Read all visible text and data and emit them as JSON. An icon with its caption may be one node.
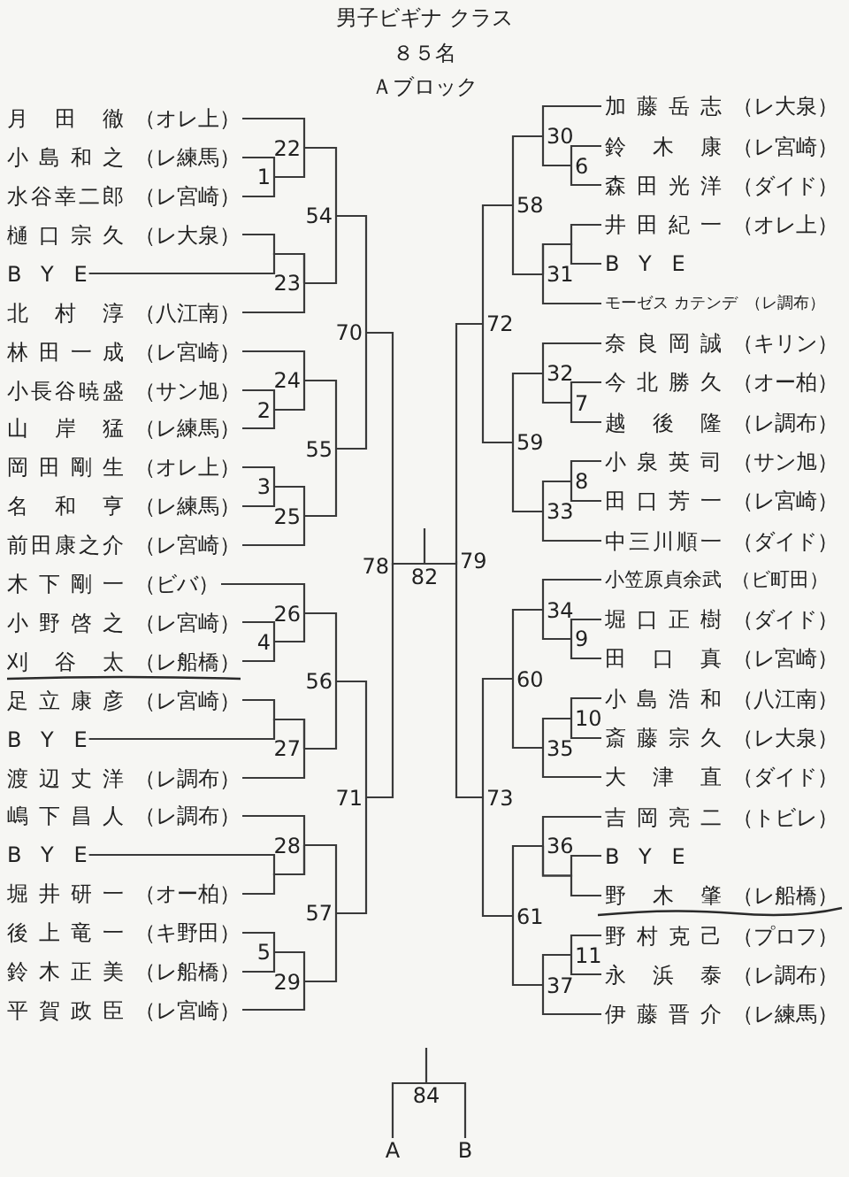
{
  "diagram": {
    "title": "男子ビギナ クラス",
    "nodes": [
      {
        "text": [
          "月田徹",
          "（オレ上）"
        ]
      },
      {
        "text": [
          "小島和之",
          "（レ練馬）"
        ]
      },
      {
        "text": [
          "水谷幸二郎",
          "（レ宮崎）"
        ]
      },
      {
        "text": [
          "樋口宗久",
          "（レ大泉）"
        ]
      },
      {
        "text": [
          "BYE"
        ]
      },
      {
        "text": [
          "北村淳",
          "（八江南）"
        ]
      },
      {
        "text": [
          "林田一成",
          "（レ宮崎）"
        ]
      },
      {
        "text": [
          "小長谷暁盛",
          "（サン旭）"
        ]
      },
      {
        "text": [
          "山岸猛",
          "（レ練馬）"
        ]
      },
      {
        "text": [
          "岡田剛生",
          "（オレ上）"
        ]
      },
      {
        "text": [
          "名和亨",
          "（レ練馬）"
        ]
      },
      {
        "text": [
          "前田康之介",
          "（レ宮崎）"
        ]
      },
      {
        "text": [
          "木下剛一",
          "（ビバ）"
        ]
      },
      {
        "text": [
          "小野啓之",
          "（レ宮崎）"
        ]
      },
      {
        "text": [
          "刈谷太",
          "（レ船橋）"
        ]
      },
      {
        "text": [
          "足立康彦",
          "（レ宮崎）"
        ]
      },
      {
        "text": [
          "BYE"
        ]
      },
      {
        "text": [
          "渡辺丈洋",
          "（レ調布）"
        ]
      },
      {
        "text": [
          "嶋下昌人",
          "（レ調布）"
        ]
      },
      {
        "text": [
          "BYE"
        ]
      },
      {
        "text": [
          "堀井研一",
          "（オー柏）"
        ]
      },
      {
        "text": [
          "後上竜一",
          "（キ野田）"
        ]
      },
      {
        "text": [
          "鈴木正美",
          "（レ船橋）"
        ]
      },
      {
        "text": [
          "平賀政臣",
          "（レ宮崎）"
        ]
      },
      {
        "text": [
          "加藤岳志",
          "（レ大泉）"
        ]
      },
      {
        "text": [
          "鈴木康",
          "（レ宮崎）"
        ]
      },
      {
        "text": [
          "森田光洋",
          "（ダイド）"
        ]
      },
      {
        "text": [
          "井田紀一",
          "（オレ上）"
        ]
      },
      {
        "text": [
          "BYE"
        ]
      },
      {
        "text": [
          "モーゼス カテンデ",
          "（レ調布）"
        ]
      },
      {
        "text": [
          "奈良岡誠",
          "（キリン）"
        ]
      },
      {
        "text": [
          "今北勝久",
          "（オー柏）"
        ]
      },
      {
        "text": [
          "越後隆",
          "（レ調布）"
        ]
      },
      {
        "text": [
          "小泉英司",
          "（サン旭）"
        ]
      },
      {
        "text": [
          "田口芳一",
          "（レ宮崎）"
        ]
      },
      {
        "text": [
          "中三川順一",
          "（ダイド）"
        ]
      },
      {
        "text": [
          "小笠原貞余武",
          "（ビ町田）"
        ]
      },
      {
        "text": [
          "堀口正樹",
          "（ダイド）"
        ]
      },
      {
        "text": [
          "田口真",
          "（レ宮崎）"
        ]
      },
      {
        "text": [
          "小島浩和",
          "（八江南）"
        ]
      },
      {
        "text": [
          "斎藤宗久",
          "（レ大泉）"
        ]
      },
      {
        "text": [
          "大津直",
          "（ダイド）"
        ]
      },
      {
        "text": [
          "吉岡亮二",
          "（トビレ）"
        ]
      },
      {
        "text": [
          "BYE"
        ]
      },
      {
        "text": [
          "野木肇",
          "（レ船橋）"
        ]
      },
      {
        "text": [
          "野村克己",
          "（プロフ）"
        ]
      },
      {
        "text": [
          "永浜泰",
          "（レ調布）"
        ]
      },
      {
        "text": [
          "伊藤晋介",
          "（レ練馬）"
        ]
      },
      {
        "text": [
          "1"
        ]
      },
      {
        "text": [
          "2"
        ]
      },
      {
        "text": [
          "3"
        ]
      },
      {
        "text": [
          "4"
        ]
      },
      {
        "text": [
          "5"
        ]
      },
      {
        "text": [
          "6"
        ]
      },
      {
        "text": [
          "7"
        ]
      },
      {
        "text": [
          "8"
        ]
      },
      {
        "text": [
          "9"
        ]
      },
      {
        "text": [
          "10"
        ]
      },
      {
        "text": [
          "11"
        ]
      },
      {
        "text": [
          "22"
        ]
      },
      {
        "text": [
          "23"
        ]
      },
      {
        "text": [
          "24"
        ]
      },
      {
        "text": [
          "25"
        ]
      },
      {
        "text": [
          "26"
        ]
      },
      {
        "text": [
          "27"
        ]
      },
      {
        "text": [
          "28"
        ]
      },
      {
        "text": [
          "29"
        ]
      },
      {
        "text": [
          "30"
        ]
      },
      {
        "text": [
          "31"
        ]
      },
      {
        "text": [
          "32"
        ]
      },
      {
        "text": [
          "33"
        ]
      },
      {
        "text": [
          "34"
        ]
      },
      {
        "text": [
          "35"
        ]
      },
      {
        "text": [
          "36"
        ]
      },
      {
        "text": [
          "37"
        ]
      },
      {
        "text": [
          "54"
        ]
      },
      {
        "text": [
          "55"
        ]
      },
      {
        "text": [
          "56"
        ]
      },
      {
        "text": [
          "57"
        ]
      },
      {
        "text": [
          "58"
        ]
      },
      {
        "text": [
          "59"
        ]
      },
      {
        "text": [
          "60"
        ]
      },
      {
        "text": [
          "61"
        ]
      },
      {
        "text": [
          "70"
        ]
      },
      {
        "text": [
          "71"
        ]
      },
      {
        "text": [
          "72"
        ]
      },
      {
        "text": [
          "73"
        ]
      },
      {
        "text": [
          "78"
        ]
      },
      {
        "text": [
          "79"
        ]
      },
      {
        "text": [
          "82"
        ]
      },
      {
        "text": [
          "84"
        ]
      },
      {
        "text": [
          "A"
        ]
      },
      {
        "text": [
          "B"
        ]
      }
    ],
    "edges": [
      {
        "from": 1,
        "to": 48,
        "arrow": "none"
      },
      {
        "from": 2,
        "to": 48,
        "arrow": "none"
      },
      {
        "from": 0,
        "to": 59,
        "arrow": "none"
      },
      {
        "from": 48,
        "to": 59,
        "arrow": "none"
      },
      {
        "from": 3,
        "to": 60,
        "arrow": "none"
      },
      {
        "from": 4,
        "to": 60,
        "arrow": "none"
      },
      {
        "from": 5,
        "to": 60,
        "arrow": "none"
      },
      {
        "from": 59,
        "to": 75,
        "arrow": "none"
      },
      {
        "from": 60,
        "to": 75,
        "arrow": "none"
      },
      {
        "from": 6,
        "to": 61,
        "arrow": "none"
      },
      {
        "from": 7,
        "to": 49,
        "arrow": "none"
      },
      {
        "from": 8,
        "to": 49,
        "arrow": "none"
      },
      {
        "from": 49,
        "to": 61,
        "arrow": "none"
      },
      {
        "from": 9,
        "to": 50,
        "arrow": "none"
      },
      {
        "from": 10,
        "to": 50,
        "arrow": "none"
      },
      {
        "from": 50,
        "to": 62,
        "arrow": "none"
      },
      {
        "from": 11,
        "to": 62,
        "arrow": "none"
      },
      {
        "from": 61,
        "to": 76,
        "arrow": "none"
      },
      {
        "from": 62,
        "to": 76,
        "arrow": "none"
      },
      {
        "from": 75,
        "to": 83,
        "arrow": "none"
      },
      {
        "from": 76,
        "to": 83,
        "arrow": "none"
      },
      {
        "from": 12,
        "to": 63,
        "arrow": "none"
      },
      {
        "from": 13,
        "to": 51,
        "arrow": "none"
      },
      {
        "from": 14,
        "to": 51,
        "arrow": "none"
      },
      {
        "from": 51,
        "to": 63,
        "arrow": "none"
      },
      {
        "from": 15,
        "to": 64,
        "arrow": "none"
      },
      {
        "from": 16,
        "to": 64,
        "arrow": "none"
      },
      {
        "from": 17,
        "to": 64,
        "arrow": "none"
      },
      {
        "from": 63,
        "to": 77,
        "arrow": "none"
      },
      {
        "from": 64,
        "to": 77,
        "arrow": "none"
      },
      {
        "from": 18,
        "to": 65,
        "arrow": "none"
      },
      {
        "from": 19,
        "to": 65,
        "arrow": "none"
      },
      {
        "from": 20,
        "to": 65,
        "arrow": "none"
      },
      {
        "from": 21,
        "to": 52,
        "arrow": "none"
      },
      {
        "from": 22,
        "to": 52,
        "arrow": "none"
      },
      {
        "from": 52,
        "to": 66,
        "arrow": "none"
      },
      {
        "from": 23,
        "to": 66,
        "arrow": "none"
      },
      {
        "from": 65,
        "to": 78,
        "arrow": "none"
      },
      {
        "from": 66,
        "to": 78,
        "arrow": "none"
      },
      {
        "from": 77,
        "to": 84,
        "arrow": "none"
      },
      {
        "from": 78,
        "to": 84,
        "arrow": "none"
      },
      {
        "from": 83,
        "to": 87,
        "arrow": "none"
      },
      {
        "from": 84,
        "to": 87,
        "arrow": "none"
      },
      {
        "from": 24,
        "to": 67,
        "arrow": "none"
      },
      {
        "from": 25,
        "to": 53,
        "arrow": "none"
      },
      {
        "from": 26,
        "to": 53,
        "arrow": "none"
      },
      {
        "from": 53,
        "to": 67,
        "arrow": "none"
      },
      {
        "from": 27,
        "to": 68,
        "arrow": "none"
      },
      {
        "from": 28,
        "to": 68,
        "arrow": "none"
      },
      {
        "from": 29,
        "to": 68,
        "arrow": "none"
      },
      {
        "from": 67,
        "to": 79,
        "arrow": "none"
      },
      {
        "from": 68,
        "to": 79,
        "arrow": "none"
      },
      {
        "from": 30,
        "to": 69,
        "arrow": "none"
      },
      {
        "from": 31,
        "to": 54,
        "arrow": "none"
      },
      {
        "from": 32,
        "to": 54,
        "arrow": "none"
      },
      {
        "from": 54,
        "to": 69,
        "arrow": "none"
      },
      {
        "from": 33,
        "to": 55,
        "arrow": "none"
      },
      {
        "from": 34,
        "to": 55,
        "arrow": "none"
      },
      {
        "from": 55,
        "to": 70,
        "arrow": "none"
      },
      {
        "from": 35,
        "to": 70,
        "arrow": "none"
      },
      {
        "from": 69,
        "to": 80,
        "arrow": "none"
      },
      {
        "from": 70,
        "to": 80,
        "arrow": "none"
      },
      {
        "from": 79,
        "to": 85,
        "arrow": "none"
      },
      {
        "from": 80,
        "to": 85,
        "arrow": "none"
      },
      {
        "from": 36,
        "to": 71,
        "arrow": "none"
      },
      {
        "from": 37,
        "to": 56,
        "arrow": "none"
      },
      {
        "from": 38,
        "to": 56,
        "arrow": "none"
      },
      {
        "from": 56,
        "to": 71,
        "arrow": "none"
      },
      {
        "from": 39,
        "to": 57,
        "arrow": "none"
      },
      {
        "from": 40,
        "to": 57,
        "arrow": "none"
      },
      {
        "from": 57,
        "to": 72,
        "arrow": "none"
      },
      {
        "from": 41,
        "to": 72,
        "arrow": "none"
      },
      {
        "from": 71,
        "to": 81,
        "arrow": "none"
      },
      {
        "from": 72,
        "to": 81,
        "arrow": "none"
      },
      {
        "from": 42,
        "to": 73,
        "arrow": "none"
      },
      {
        "from": 43,
        "to": 73,
        "arrow": "none"
      },
      {
        "from": 44,
        "to": 73,
        "arrow": "none"
      },
      {
        "from": 45,
        "to": 58,
        "arrow": "none"
      },
      {
        "from": 46,
        "to": 58,
        "arrow": "none"
      },
      {
        "from": 58,
        "to": 74,
        "arrow": "none"
      },
      {
        "from": 47,
        "to": 74,
        "arrow": "none"
      },
      {
        "from": 73,
        "to": 82,
        "arrow": "none"
      },
      {
        "from": 74,
        "to": 82,
        "arrow": "none"
      },
      {
        "from": 81,
        "to": 86,
        "arrow": "none"
      },
      {
        "from": 82,
        "to": 86,
        "arrow": "none"
      },
      {
        "from": 85,
        "to": 88,
        "arrow": "none"
      },
      {
        "from": 86,
        "to": 88,
        "arrow": "none"
      },
      {
        "from": 87,
        "to": 89,
        "arrow": "none"
      },
      {
        "from": 88,
        "to": 89,
        "arrow": "none"
      },
      {
        "from": 89,
        "to": null,
        "arrow": "none"
      },
      {
        "from": 91,
        "to": 90,
        "arrow": "none"
      },
      {
        "from": 92,
        "to": 90,
        "arrow": "none"
      },
      {
        "from": 90,
        "to": null,
        "arrow": "none"
      }
    ],
    "labels": [
      "８５名",
      "Ａブロック"
    ]
  }
}
